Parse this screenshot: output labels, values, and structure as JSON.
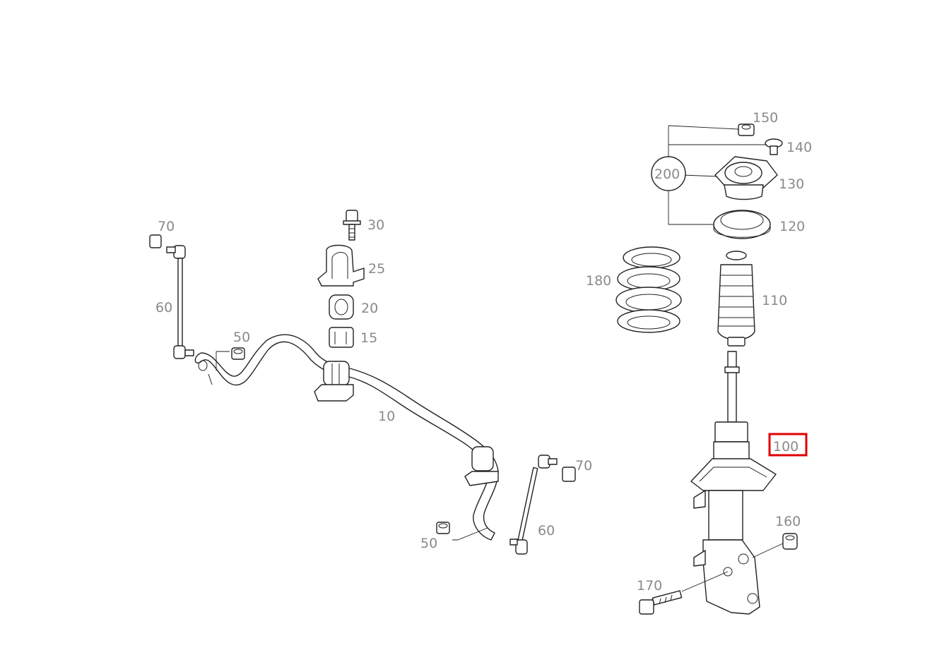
{
  "diagram": {
    "highlight_color": "#e00000",
    "label_color": "#8a8a8a",
    "line_color": "#222222",
    "callouts": {
      "c10": "10",
      "c15": "15",
      "c20": "20",
      "c25": "25",
      "c30": "30",
      "c50a": "50",
      "c50b": "50",
      "c60a": "60",
      "c60b": "60",
      "c70a": "70",
      "c70b": "70",
      "c100": "100",
      "c110": "110",
      "c120": "120",
      "c130": "130",
      "c140": "140",
      "c150": "150",
      "c160": "160",
      "c170": "170",
      "c180": "180",
      "c200": "200"
    },
    "highlighted": "100"
  }
}
